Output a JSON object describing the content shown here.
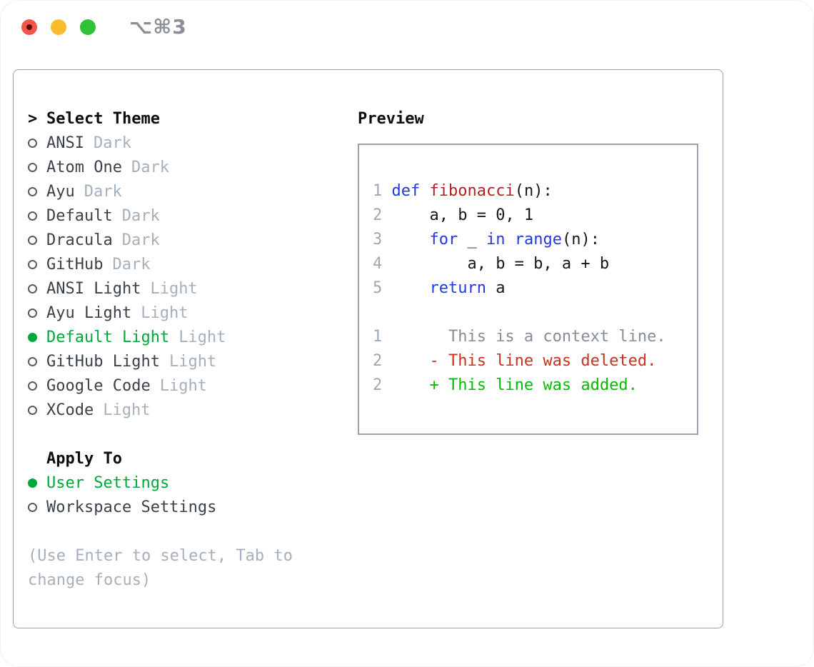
{
  "window": {
    "shortcut_label": "⌥⌘3"
  },
  "traffic_lights": {
    "close_color": "#f5544a",
    "minimize_color": "#f8bd2d",
    "zoom_color": "#2fc138"
  },
  "theme_selector": {
    "heading_prefix": ">",
    "heading": "Select Theme",
    "items": [
      {
        "name": "ANSI",
        "tag": "Dark",
        "selected": false
      },
      {
        "name": "Atom One",
        "tag": "Dark",
        "selected": false
      },
      {
        "name": "Ayu",
        "tag": "Dark",
        "selected": false
      },
      {
        "name": "Default",
        "tag": "Dark",
        "selected": false
      },
      {
        "name": "Dracula",
        "tag": "Dark",
        "selected": false
      },
      {
        "name": "GitHub",
        "tag": "Dark",
        "selected": false
      },
      {
        "name": "ANSI Light",
        "tag": "Light",
        "selected": false
      },
      {
        "name": "Ayu Light",
        "tag": "Light",
        "selected": false
      },
      {
        "name": "Default Light",
        "tag": "Light",
        "selected": true
      },
      {
        "name": "GitHub Light",
        "tag": "Light",
        "selected": false
      },
      {
        "name": "Google Code",
        "tag": "Light",
        "selected": false
      },
      {
        "name": "XCode",
        "tag": "Light",
        "selected": false
      }
    ]
  },
  "apply_to": {
    "heading": "Apply To",
    "options": [
      {
        "name": "User Settings",
        "selected": true
      },
      {
        "name": "Workspace Settings",
        "selected": false
      }
    ]
  },
  "help_lines": [
    "(Use Enter to select, Tab to",
    "change focus)"
  ],
  "preview": {
    "heading": "Preview",
    "lines": [
      {
        "num": "1",
        "tokens": [
          [
            " ",
            "pl"
          ],
          [
            "def",
            "kw"
          ],
          [
            " ",
            "pl"
          ],
          [
            "fibonacci",
            "fn"
          ],
          [
            "(n):",
            "pl"
          ]
        ]
      },
      {
        "num": "2",
        "tokens": [
          [
            "     a, b = 0, 1",
            "pl"
          ]
        ]
      },
      {
        "num": "3",
        "tokens": [
          [
            "     ",
            "pl"
          ],
          [
            "for",
            "kw"
          ],
          [
            " _ ",
            "pl"
          ],
          [
            "in",
            "kw"
          ],
          [
            " ",
            "pl"
          ],
          [
            "range",
            "kw"
          ],
          [
            "(n):",
            "pl"
          ]
        ]
      },
      {
        "num": "4",
        "tokens": [
          [
            "         a, b = b, a + b",
            "pl"
          ]
        ]
      },
      {
        "num": "5",
        "tokens": [
          [
            "     ",
            "pl"
          ],
          [
            "return",
            "kw"
          ],
          [
            " a",
            "pl"
          ]
        ]
      },
      {
        "num": "",
        "tokens": []
      },
      {
        "num": "1",
        "tokens": [
          [
            "       This is a context line.",
            "ctx"
          ]
        ]
      },
      {
        "num": "2",
        "tokens": [
          [
            "     - This line was deleted.",
            "del"
          ]
        ]
      },
      {
        "num": "2",
        "tokens": [
          [
            "     + This line was added.",
            "add"
          ]
        ]
      }
    ]
  },
  "colors": {
    "selected_green": "#00a83c",
    "keyword_blue": "#2338e0",
    "function_red": "#b22222",
    "context_gray": "#878d96",
    "deleted_red": "#c5331d",
    "added_green": "#00bd00",
    "line_number": "#9da8b5",
    "tag_gray": "#a6b0bc",
    "border_gray": "#99a3ad"
  }
}
